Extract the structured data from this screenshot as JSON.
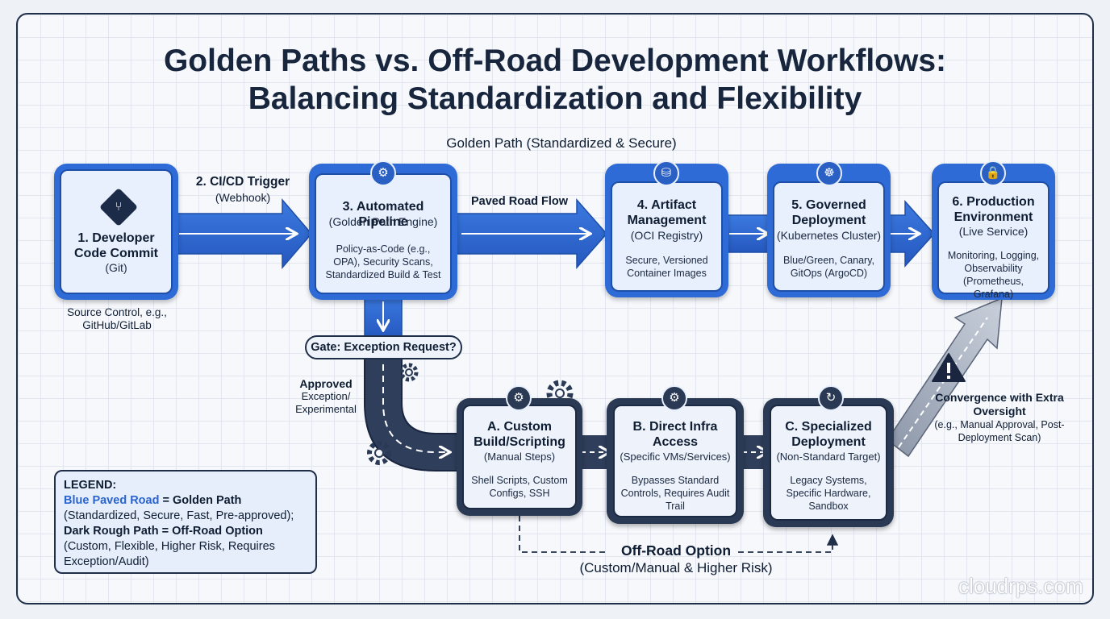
{
  "title": {
    "line1": "Golden Paths vs. Off-Road Development Workflows:",
    "line2": "Balancing Standardization and Flexibility"
  },
  "golden_path_label": "Golden Path (Standardized & Secure)",
  "trigger": {
    "title": "2. CI/CD Trigger",
    "subtitle": "(Webhook)"
  },
  "paved_road_flow_label": "Paved Road Flow",
  "steps": [
    {
      "title": "1. Developer Code Commit",
      "subtitle": "(Git)",
      "icon": "git-icon"
    },
    {
      "title": "3. Automated Pipeline",
      "subtitle": "(Golden Path Engine)",
      "details": "Policy-as-Code (e.g., OPA), Security Scans, Standardized Build & Test",
      "icon": "gears-icon"
    },
    {
      "title": "4. Artifact Management",
      "subtitle": "(OCI Registry)",
      "details": "Secure, Versioned Container Images",
      "icon": "database-icon"
    },
    {
      "title": "5. Governed Deployment",
      "subtitle": "(Kubernetes Cluster)",
      "details": "Blue/Green, Canary, GitOps (ArgoCD)",
      "icon": "kubernetes-icon"
    },
    {
      "title": "6. Production Environment",
      "subtitle": "(Live Service)",
      "details": "Monitoring, Logging, Observability (Prometheus, Grafana)",
      "icon": "lock-icon"
    }
  ],
  "source_control_note": "Source Control, e.g., GitHub/GitLab",
  "gate_label": "Gate: Exception Request?",
  "approved": {
    "title": "Approved",
    "subtitle": "Exception/ Experimental"
  },
  "offroad_steps": [
    {
      "title": "A. Custom Build/Scripting",
      "subtitle": "(Manual Steps)",
      "details": "Shell Scripts, Custom Configs, SSH",
      "icon": "gears-icon"
    },
    {
      "title": "B. Direct Infra Access",
      "subtitle": "(Specific VMs/Services)",
      "details": "Bypasses Standard Controls, Requires Audit Trail",
      "icon": "gears-icon"
    },
    {
      "title": "C. Specialized Deployment",
      "subtitle": "(Non-Standard Target)",
      "details": "Legacy Systems, Specific Hardware, Sandbox",
      "icon": "refresh-icon"
    }
  ],
  "convergence": {
    "title": "Convergence with Extra Oversight",
    "subtitle": "(e.g., Manual Approval, Post-Deployment Scan)",
    "icon": "warning-icon"
  },
  "offroad_option": {
    "title": "Off-Road Option",
    "subtitle": "(Custom/Manual & Higher Risk)"
  },
  "legend": {
    "heading": "LEGEND:",
    "blue_term": "Blue Paved Road",
    "blue_def": "= Golden Path",
    "blue_desc": "(Standardized, Secure, Fast, Pre-approved);",
    "dark_term": "Dark Rough Path = Off-Road Option",
    "dark_desc": "(Custom, Flexible, Higher Risk, Requires Exception/Audit)"
  },
  "watermark": "cloudrps.com",
  "colors": {
    "paved_road_blue": "#2f6bd6",
    "offroad_dark": "#2a3954",
    "title_text": "#17253d",
    "legend_blue_text": "#2a64cf"
  }
}
